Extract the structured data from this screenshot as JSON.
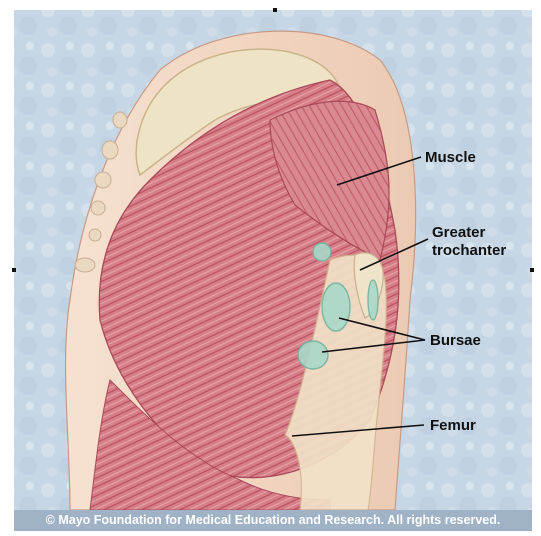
{
  "labels": {
    "muscle": "Muscle",
    "greater_trochanter_line1": "Greater",
    "greater_trochanter_line2": "trochanter",
    "bursae": "Bursae",
    "femur": "Femur"
  },
  "copyright": "© Mayo Foundation for Medical Education and Research. All rights reserved.",
  "colors": {
    "background": "#c9d8e6",
    "muscle": "#d9828a",
    "muscle_dark": "#b8505e",
    "skin": "#f2d7c2",
    "bone": "#efe6c8",
    "bursa": "#a9d6c6",
    "footer": "#9fb2c6"
  }
}
